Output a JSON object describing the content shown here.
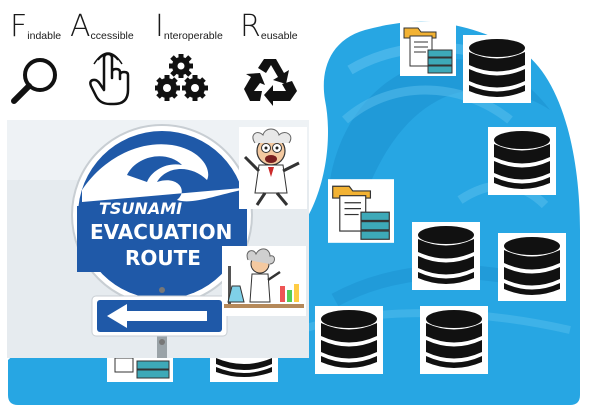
{
  "fair": {
    "findable": {
      "letter": "F",
      "rest": "indable",
      "icon": "magnifier-icon"
    },
    "accessible": {
      "letter": "A",
      "rest": "ccessible",
      "icon": "pointing-hand-icon"
    },
    "interoperable": {
      "letter": "I",
      "rest": "nteroperable",
      "icon": "gears-icon"
    },
    "reusable": {
      "letter": "R",
      "rest": "eusable",
      "icon": "recycle-icon"
    }
  },
  "sign": {
    "line1": "TSUNAMI",
    "line2": "EVACUATION",
    "line3": "ROUTE",
    "icon": "left-arrow-icon"
  },
  "colors": {
    "wave": "#27a6e3",
    "wave_dark": "#1b8fd0",
    "sign_blue": "#1f59a8",
    "database": "#111111"
  },
  "icons": {
    "database": "database-icon",
    "file_database": "file-database-icon",
    "scientist": "scientist-icon"
  }
}
